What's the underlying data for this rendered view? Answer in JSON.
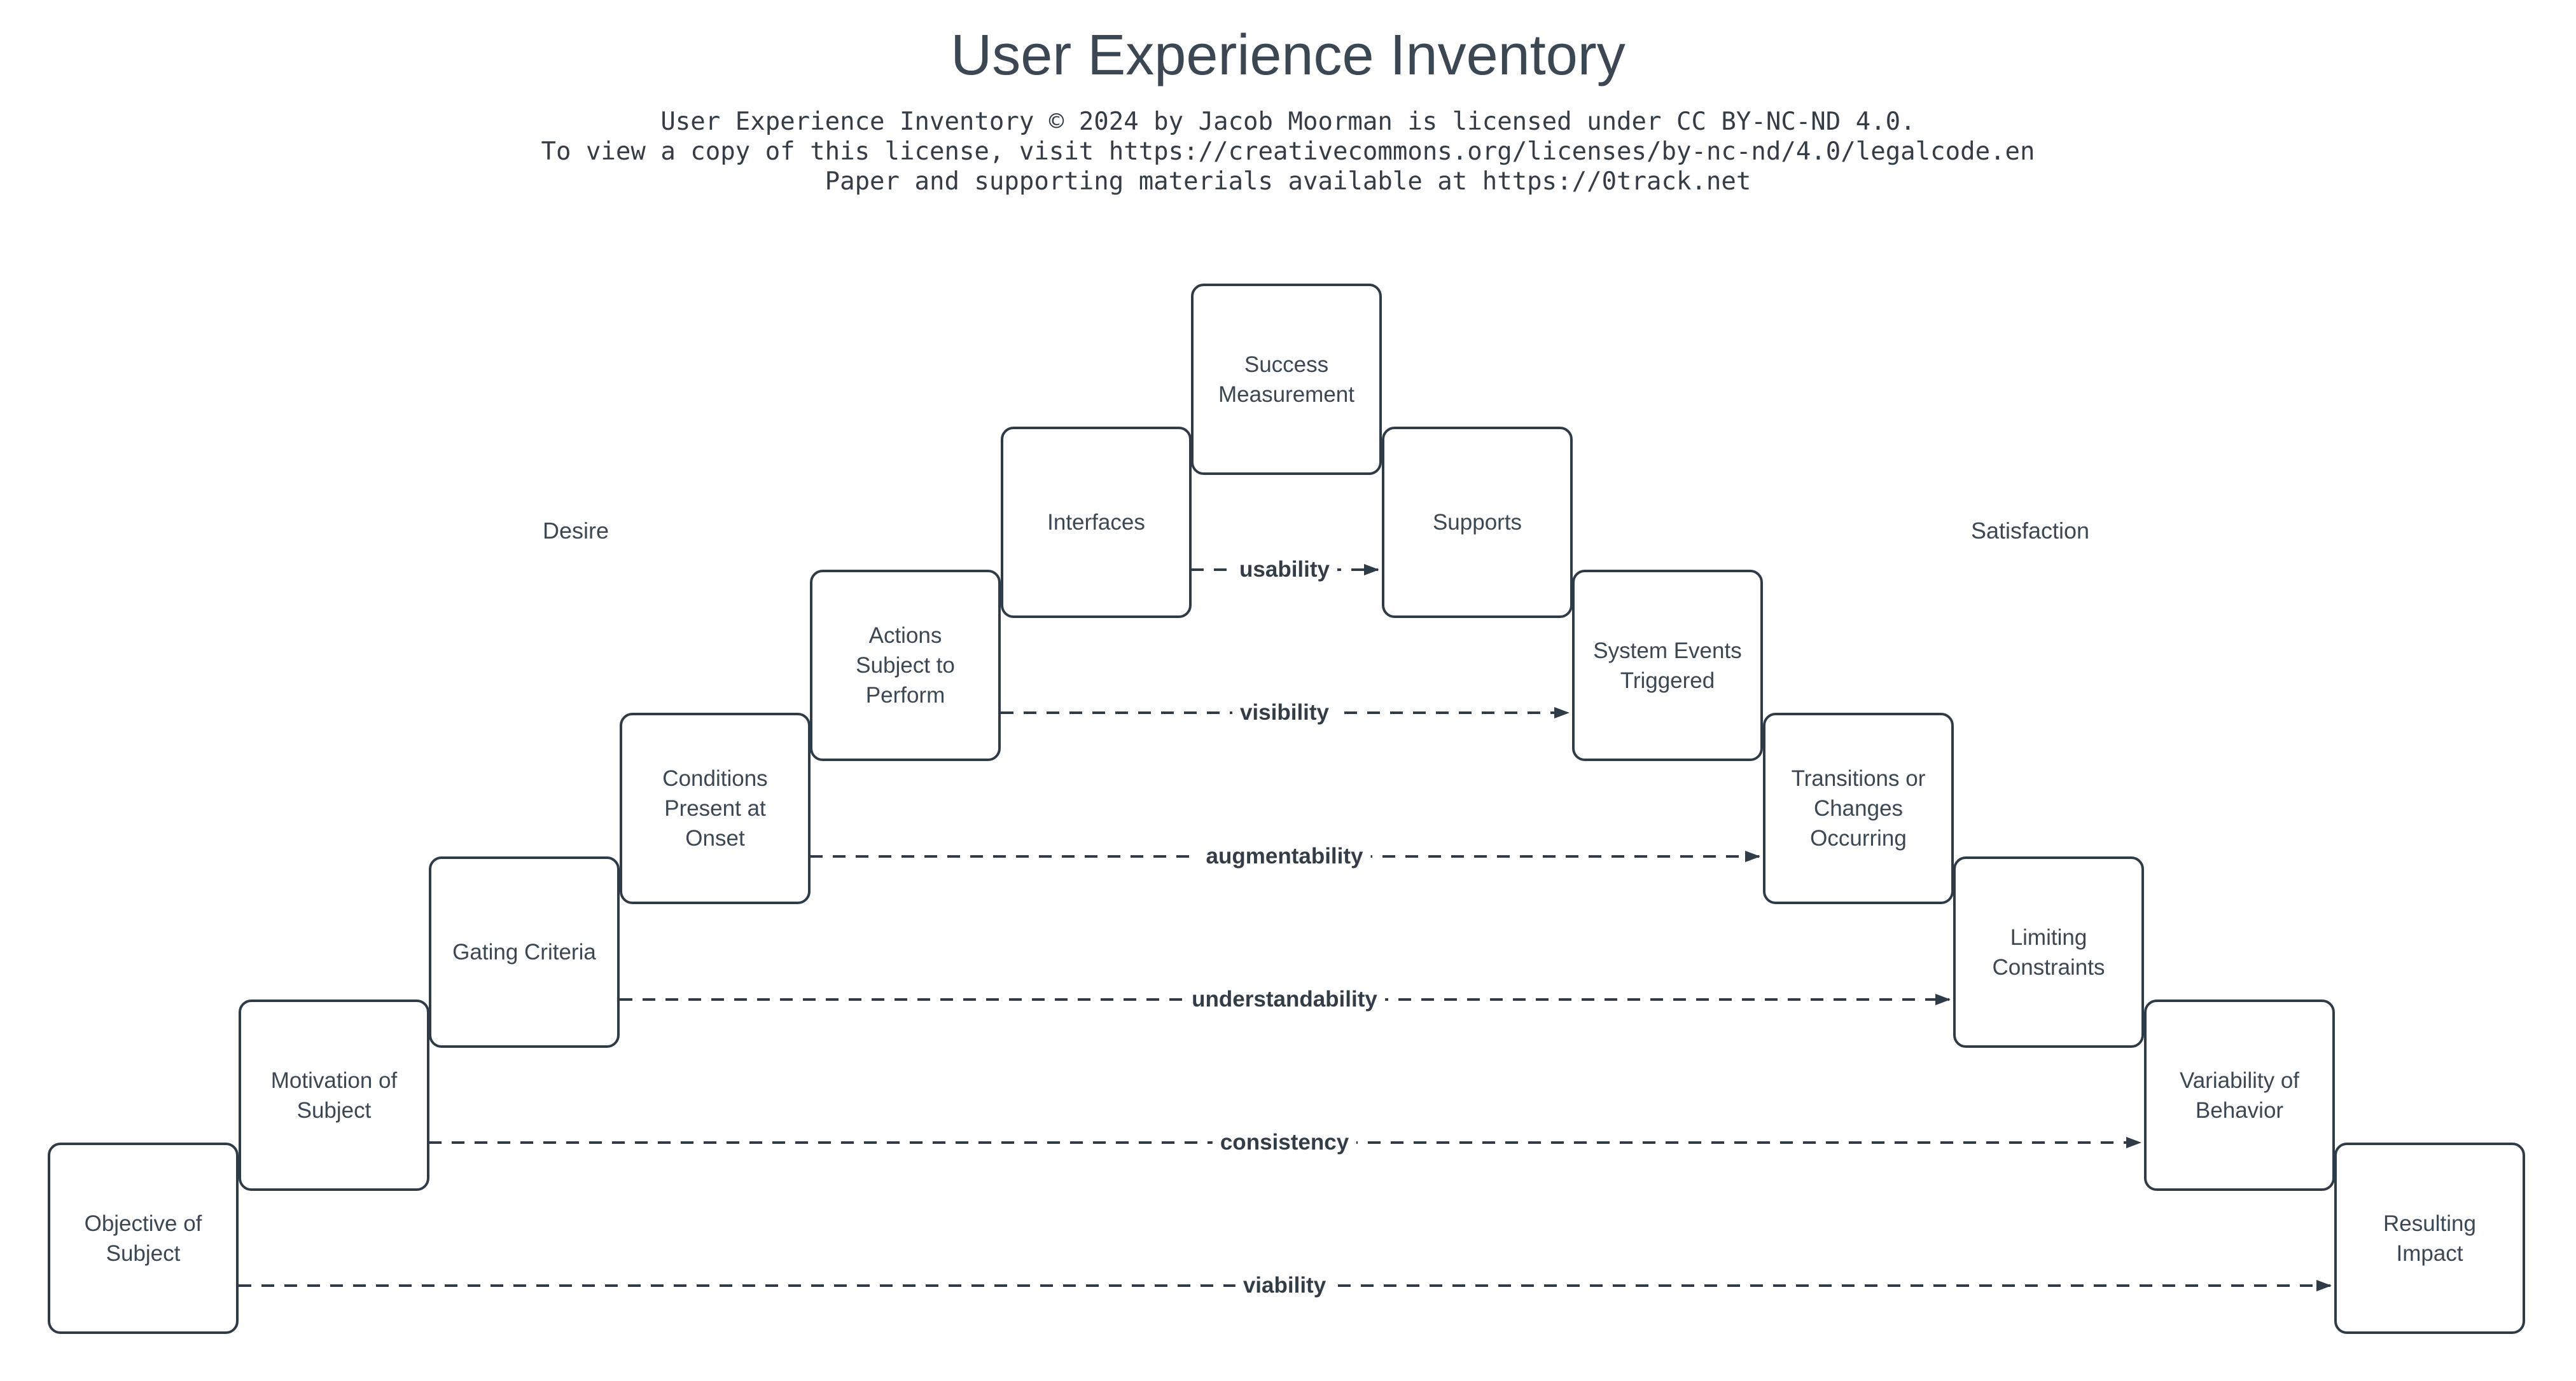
{
  "title": "User Experience Inventory",
  "license": {
    "line1": "User Experience Inventory © 2024 by Jacob Moorman is licensed under CC BY-NC-ND 4.0.",
    "line2": "To view a copy of this license, visit https://creativecommons.org/licenses/by-nc-nd/4.0/legalcode.en",
    "line3": "Paper and supporting materials available at https://0track.net"
  },
  "side_labels": {
    "left": "Desire",
    "right": "Satisfaction"
  },
  "boxes": [
    {
      "label": "Objective of\nSubject"
    },
    {
      "label": "Motivation of\nSubject"
    },
    {
      "label": "Gating Criteria"
    },
    {
      "label": "Conditions\nPresent at\nOnset"
    },
    {
      "label": "Actions\nSubject to\nPerform"
    },
    {
      "label": "Interfaces"
    },
    {
      "label": "Success\nMeasurement"
    },
    {
      "label": "Supports"
    },
    {
      "label": "System Events\nTriggered"
    },
    {
      "label": "Transitions or\nChanges\nOccurring"
    },
    {
      "label": "Limiting\nConstraints"
    },
    {
      "label": "Variability of\nBehavior"
    },
    {
      "label": "Resulting\nImpact"
    }
  ],
  "arrows": [
    {
      "label": "usability"
    },
    {
      "label": "visibility"
    },
    {
      "label": "augmentability"
    },
    {
      "label": "understandability"
    },
    {
      "label": "consistency"
    },
    {
      "label": "viability"
    }
  ],
  "colors": {
    "stroke": "#2f3b47",
    "box_text": "#3b4753",
    "arrow_label_text": "#333d47",
    "license_text": "#343c46",
    "background": "#ffffff"
  }
}
